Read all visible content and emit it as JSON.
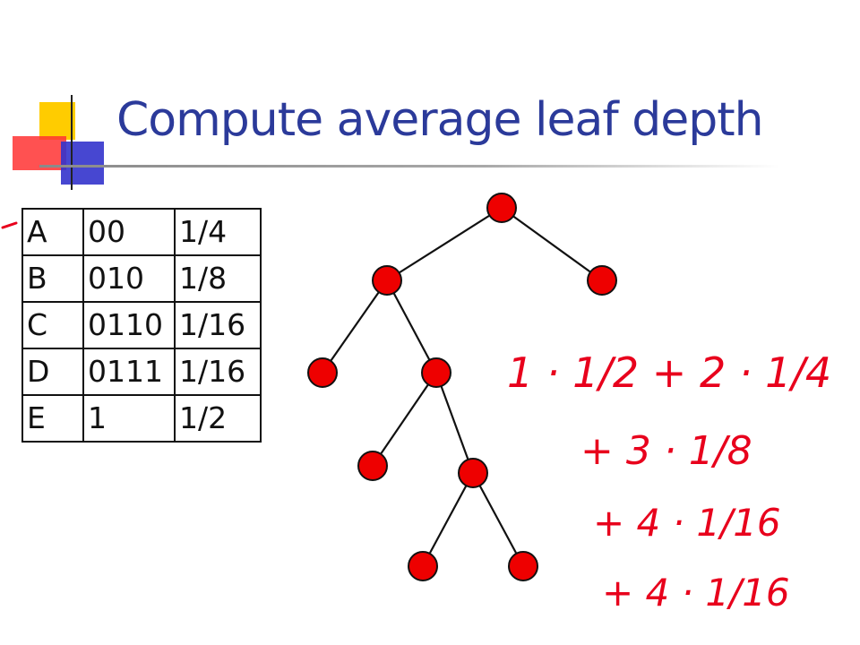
{
  "slide": {
    "title": "Compute average leaf depth"
  },
  "code_table": {
    "rows": [
      {
        "symbol": "A",
        "code": "00",
        "prob": "1/4"
      },
      {
        "symbol": "B",
        "code": "010",
        "prob": "1/8"
      },
      {
        "symbol": "C",
        "code": "0110",
        "prob": "1/16"
      },
      {
        "symbol": "D",
        "code": "0111",
        "prob": "1/16"
      },
      {
        "symbol": "E",
        "code": "1",
        "prob": "1/2"
      }
    ]
  },
  "tree": {
    "node_color": "#ee0000",
    "edge_color": "#111111"
  },
  "handwriting": {
    "color": "#e8001c",
    "line1": "1 · 1/2 + 2 · 1/4",
    "line2": "+ 3 · 1/8",
    "line3": "+ 4 · 1/16",
    "line4": "+ 4 · 1/16"
  },
  "colors": {
    "title": "#2b3a9a",
    "logo_yellow": "#ffcc00",
    "logo_red": "#ff3333",
    "logo_blue": "#3333cc"
  }
}
